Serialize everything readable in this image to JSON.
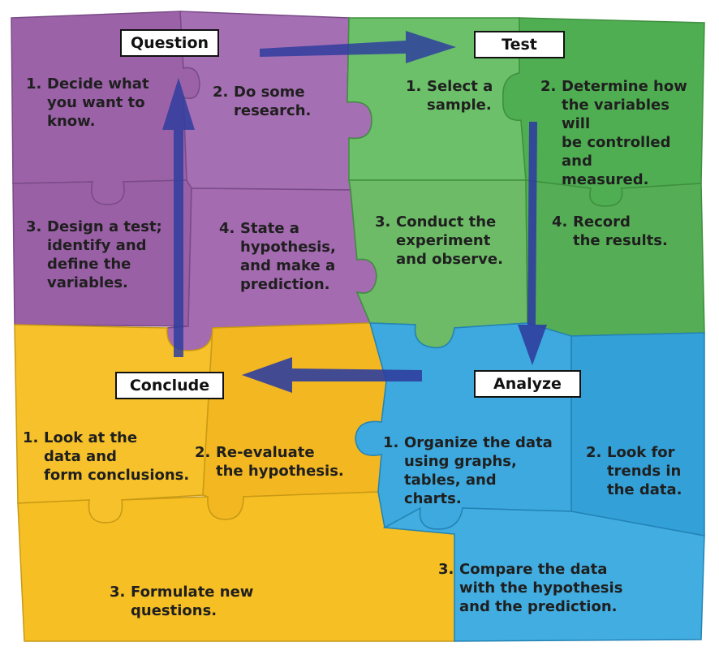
{
  "colors": {
    "question": "#9b62a8",
    "test": "#5ab35a",
    "analyze": "#3aa6dc",
    "conclude": "#f4bb1e",
    "arrow": "#2f3e9e"
  },
  "sections": {
    "question": "Question",
    "test": "Test",
    "analyze": "Analyze",
    "conclude": "Conclude"
  },
  "steps": {
    "question": [
      {
        "num": "1.",
        "text": "Decide what\nyou want to\nknow."
      },
      {
        "num": "2.",
        "text": "Do some\nresearch."
      },
      {
        "num": "3.",
        "text": "Design a test;\nidentify and\ndefine the\nvariables."
      },
      {
        "num": "4.",
        "text": "State a\nhypothesis,\nand make a\nprediction."
      }
    ],
    "test": [
      {
        "num": "1.",
        "text": "Select a\nsample."
      },
      {
        "num": "2.",
        "text": "Determine how\nthe variables will\nbe controlled and\nmeasured."
      },
      {
        "num": "3.",
        "text": "Conduct the\nexperiment\nand observe."
      },
      {
        "num": "4.",
        "text": "Record\nthe results."
      }
    ],
    "analyze": [
      {
        "num": "1.",
        "text": "Organize the data\nusing graphs,\ntables, and charts."
      },
      {
        "num": "2.",
        "text": "Look for\ntrends in\nthe data."
      },
      {
        "num": "3.",
        "text": "Compare the data\nwith the hypothesis\nand the prediction."
      }
    ],
    "conclude": [
      {
        "num": "1.",
        "text": "Look at the\ndata and\nform conclusions."
      },
      {
        "num": "2.",
        "text": "Re-evaluate\nthe hypothesis."
      },
      {
        "num": "3.",
        "text": "Formulate new\nquestions."
      }
    ]
  }
}
